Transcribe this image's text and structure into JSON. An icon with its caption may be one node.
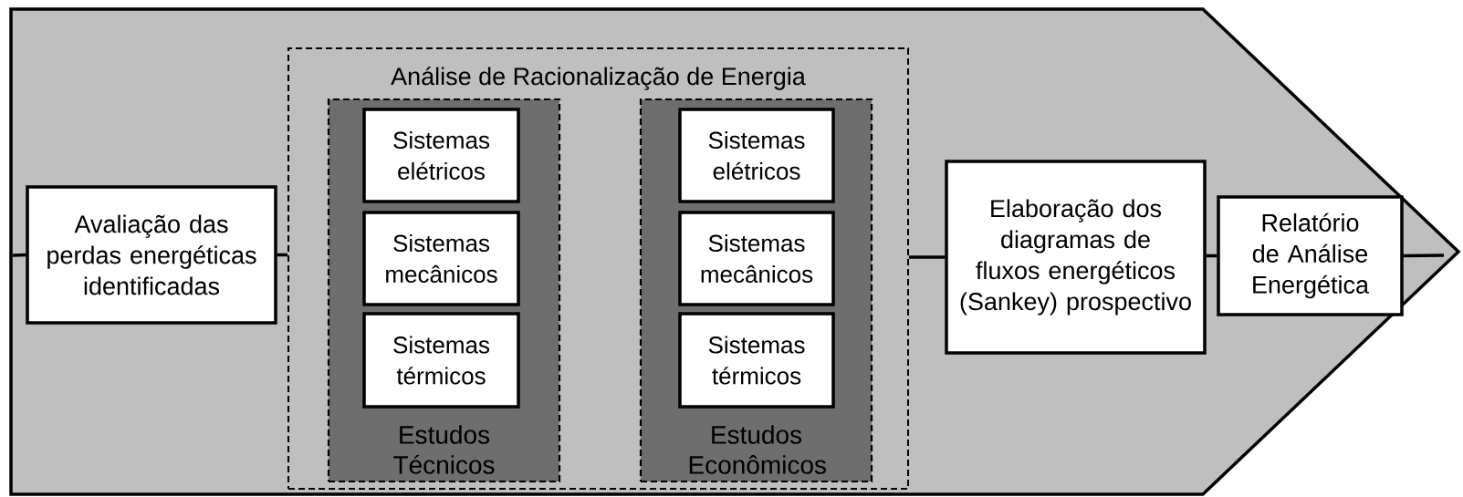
{
  "diagram": {
    "nodes": [
      {
        "text": [],
        "shape": "arrow"
      },
      {
        "text": [
          "Avaliação das perdas energéticas identificadas"
        ],
        "in": 0
      },
      {
        "text": [
          "Análise de Racionalização de Energia"
        ],
        "in": 0
      },
      {
        "text": [
          "Estudos Técnicos"
        ],
        "in": 2
      },
      {
        "text": [
          "Sistemas elétricos"
        ],
        "in": 3
      },
      {
        "text": [
          "Sistemas mecânicos"
        ],
        "in": 3
      },
      {
        "text": [
          "Sistemas térmicos"
        ],
        "in": 3
      },
      {
        "text": [
          "Estudos Econômicos"
        ],
        "in": 2
      },
      {
        "text": [
          "Sistemas elétricos"
        ],
        "in": 7
      },
      {
        "text": [
          "Sistemas mecânicos"
        ],
        "in": 7
      },
      {
        "text": [
          "Sistemas térmicos"
        ],
        "in": 7
      },
      {
        "text": [
          "Elaboração dos diagramas de fluxos energéticos (Sankey) prospectivo"
        ],
        "in": 0
      },
      {
        "text": [
          "Relatório de Análise Energética"
        ],
        "in": 0
      }
    ],
    "edges": [
      {
        "from": null,
        "to": 1,
        "arrow": "none"
      },
      {
        "from": 1,
        "to": 2,
        "arrow": "none"
      },
      {
        "from": 2,
        "to": 11,
        "arrow": "none"
      },
      {
        "from": 11,
        "to": 12,
        "arrow": "none"
      },
      {
        "from": 12,
        "to": null,
        "arrow": "none"
      }
    ]
  }
}
